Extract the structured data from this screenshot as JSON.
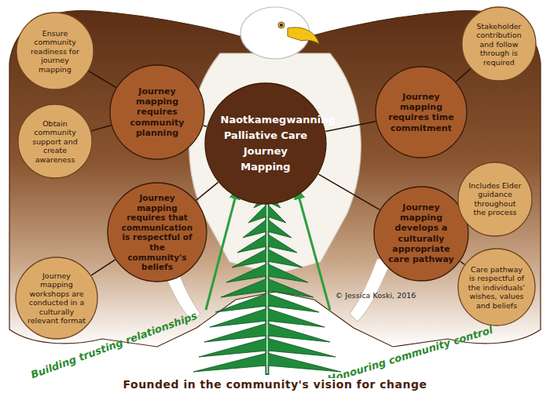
{
  "diagram": {
    "caption": "Founded in the community's vision for change",
    "nodes": [
      {
        "text": [
          "Naotkamegwanning Palliative Care Journey Mapping"
        ]
      },
      {
        "text": [
          "Journey mapping requires community planning"
        ]
      },
      {
        "text": [
          "Ensure community readiness for journey mapping"
        ]
      },
      {
        "text": [
          "Obtain community support and create awareness"
        ]
      },
      {
        "text": [
          "Journey mapping requires time commitment"
        ]
      },
      {
        "text": [
          "Stakeholder contribution and follow through is required"
        ]
      },
      {
        "text": [
          "Journey mapping requires that communication is respectful of the community's beliefs"
        ]
      },
      {
        "text": [
          "Journey mapping workshops are conducted in a culturally relevant format"
        ]
      },
      {
        "text": [
          "Journey mapping develops a culturally appropriate care pathway"
        ]
      },
      {
        "text": [
          "Includes Elder guidance throughout the process"
        ]
      },
      {
        "text": [
          "Care pathway is respectful of the individuals' wishes, values and beliefs"
        ]
      }
    ],
    "edges": [
      {
        "from": 1,
        "to": 0,
        "arrow": "none"
      },
      {
        "from": 2,
        "to": 1,
        "arrow": "none"
      },
      {
        "from": 3,
        "to": 1,
        "arrow": "none"
      },
      {
        "from": 4,
        "to": 0,
        "arrow": "none"
      },
      {
        "from": 5,
        "to": 4,
        "arrow": "none"
      },
      {
        "from": 6,
        "to": 0,
        "arrow": "none"
      },
      {
        "from": 7,
        "to": 6,
        "arrow": "none"
      },
      {
        "from": 8,
        "to": 0,
        "arrow": "none"
      },
      {
        "from": 9,
        "to": 8,
        "arrow": "none"
      },
      {
        "from": 10,
        "to": 8,
        "arrow": "none"
      }
    ],
    "labels": [
      "Building trusting relationships",
      "Honouring community control",
      "© Jessica Koski, 2016"
    ]
  }
}
